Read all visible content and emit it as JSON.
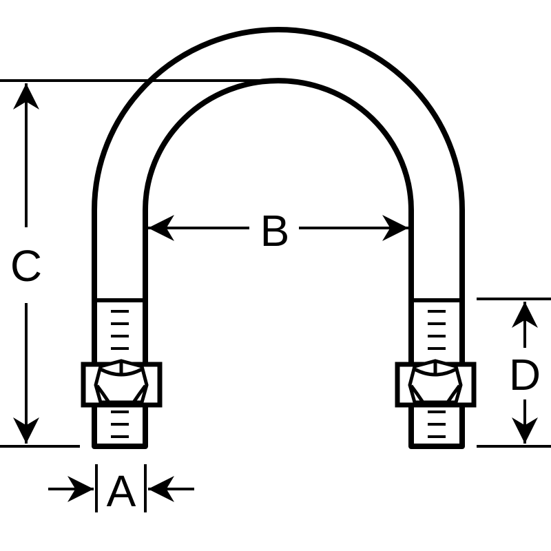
{
  "diagram": {
    "labels": {
      "a": "A",
      "b": "B",
      "c": "C",
      "d": "D"
    },
    "colors": {
      "line": "#000000",
      "fill": "#ffffff"
    }
  }
}
